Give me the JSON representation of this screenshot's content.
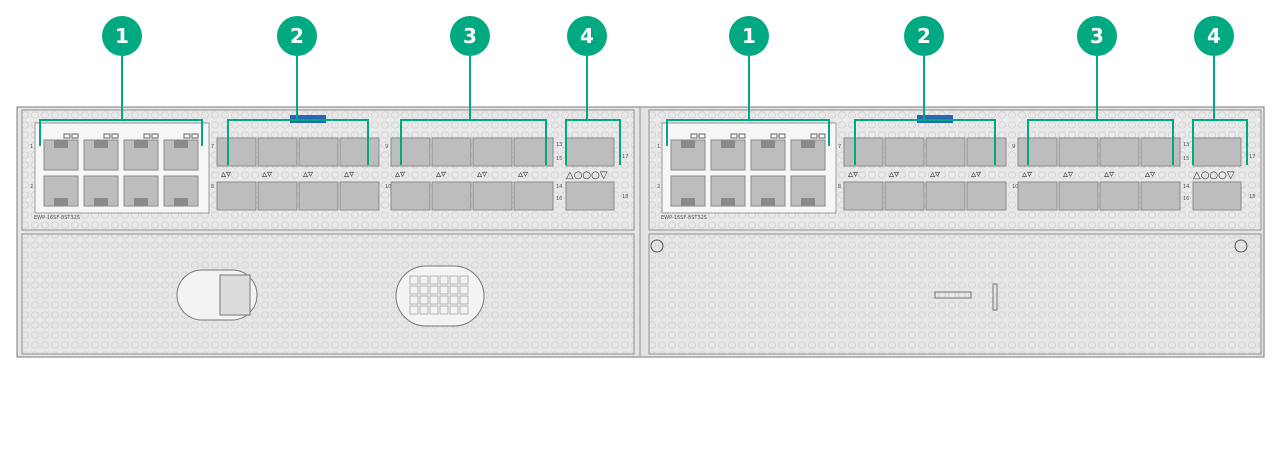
{
  "colors": {
    "callout": "#01a982",
    "chassis": "#e6e6e6",
    "chassis_edge": "#8f8f8f",
    "port": "#bdbdbd",
    "port_dark": "#8a8a8a",
    "blue_tab": "#2a66b8"
  },
  "modules": [
    {
      "label": "EWP-16SF-8ST32S",
      "callouts": [
        "1",
        "2",
        "3",
        "4"
      ],
      "port_numbers": [
        "1",
        "2",
        "7",
        "8",
        "9",
        "10",
        "13",
        "14",
        "15",
        "16",
        "17",
        "18"
      ],
      "indicator_glyphs": "△○○○▽"
    },
    {
      "label": "EWP-16SF-8ST32S",
      "callouts": [
        "1",
        "2",
        "3",
        "4"
      ],
      "port_numbers": [
        "1",
        "2",
        "7",
        "8",
        "9",
        "10",
        "13",
        "14",
        "15",
        "16",
        "17",
        "18"
      ],
      "indicator_glyphs": "△○○○▽"
    }
  ]
}
